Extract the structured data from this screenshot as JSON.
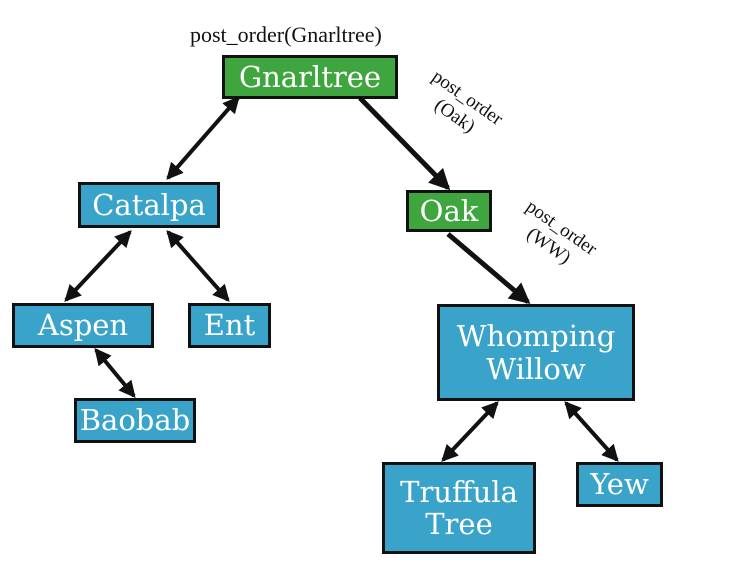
{
  "colors": {
    "visited": "#3fa63f",
    "node": "#3aa3c9",
    "ink": "#111111"
  },
  "nodes": {
    "gnarltree": "Gnarltree",
    "catalpa": "Catalpa",
    "oak": "Oak",
    "aspen": "Aspen",
    "ent": "Ent",
    "baobab": "Baobab",
    "whomping_willow": "Whomping\nWillow",
    "truffula_tree": "Truffula\nTree",
    "yew": "Yew"
  },
  "calls": {
    "root": "post_order(Gnarltree)",
    "oak_line1": "post_order",
    "oak_line2": "(Oak)",
    "ww_line1": "post_order",
    "ww_line2": "(WW)"
  }
}
